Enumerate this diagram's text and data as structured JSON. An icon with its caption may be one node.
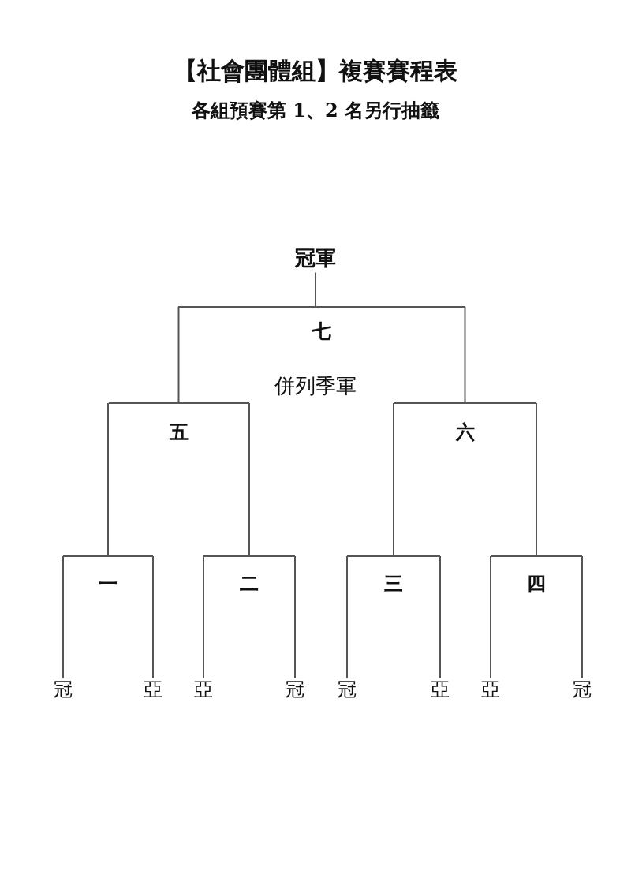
{
  "diagram": {
    "title": "【社會團體組】複賽賽程表",
    "nodes": [
      {
        "text": [
          "冠軍"
        ]
      },
      {
        "text": [
          "七"
        ]
      },
      {
        "text": [
          "五"
        ]
      },
      {
        "text": [
          "六"
        ]
      },
      {
        "text": [
          "一"
        ]
      },
      {
        "text": [
          "二"
        ]
      },
      {
        "text": [
          "三"
        ]
      },
      {
        "text": [
          "四"
        ]
      },
      {
        "text": [
          "冠"
        ]
      },
      {
        "text": [
          "亞"
        ]
      },
      {
        "text": [
          "亞"
        ]
      },
      {
        "text": [
          "冠"
        ]
      },
      {
        "text": [
          "冠"
        ]
      },
      {
        "text": [
          "亞"
        ]
      },
      {
        "text": [
          "亞"
        ]
      },
      {
        "text": [
          "冠"
        ]
      }
    ],
    "edges": [
      {
        "from": 8,
        "to": 4,
        "arrow": "none"
      },
      {
        "from": 9,
        "to": 4,
        "arrow": "none"
      },
      {
        "from": 10,
        "to": 5,
        "arrow": "none"
      },
      {
        "from": 11,
        "to": 5,
        "arrow": "none"
      },
      {
        "from": 12,
        "to": 6,
        "arrow": "none"
      },
      {
        "from": 13,
        "to": 6,
        "arrow": "none"
      },
      {
        "from": 14,
        "to": 7,
        "arrow": "none"
      },
      {
        "from": 15,
        "to": 7,
        "arrow": "none"
      },
      {
        "from": 4,
        "to": 2,
        "arrow": "none"
      },
      {
        "from": 5,
        "to": 2,
        "arrow": "none"
      },
      {
        "from": 6,
        "to": 3,
        "arrow": "none"
      },
      {
        "from": 7,
        "to": 3,
        "arrow": "none"
      },
      {
        "from": 2,
        "to": 1,
        "arrow": "none"
      },
      {
        "from": 3,
        "to": 1,
        "arrow": "none"
      },
      {
        "from": 1,
        "to": 0,
        "arrow": "none"
      }
    ],
    "labels": [
      "各組預賽第 1、2 名另行抽籤",
      "併列季軍"
    ]
  }
}
